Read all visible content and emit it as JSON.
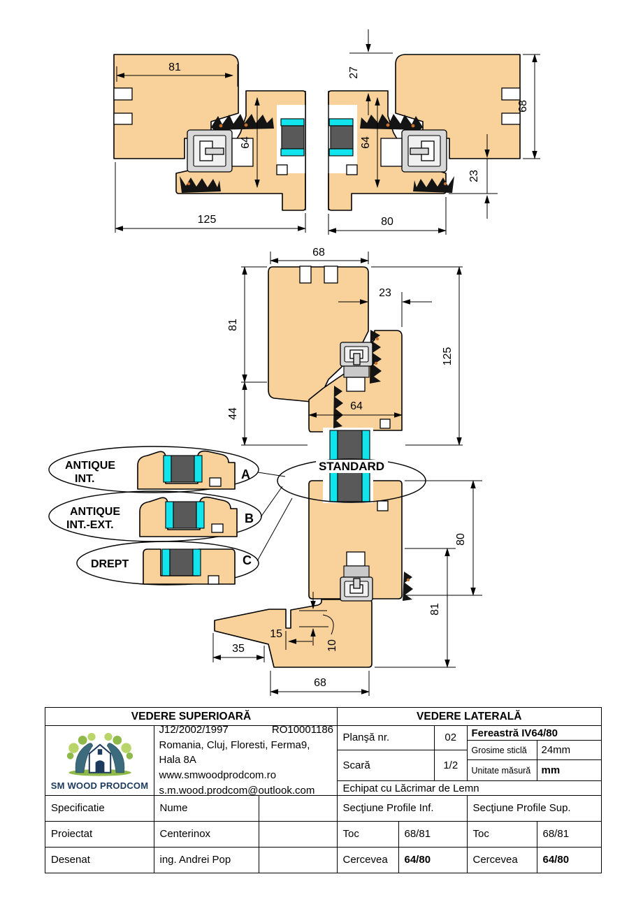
{
  "drawing": {
    "top_view": {
      "left_profile": {
        "width_top": "81",
        "sash_depth": "64",
        "width_total": "125"
      },
      "right_profile": {
        "frame_offset": "27",
        "sash_depth": "64",
        "frame_depth": "68",
        "rebate": "23",
        "width_total": "80"
      }
    },
    "side_view": {
      "frame_width": "68",
      "rebate": "23",
      "frame_height": "81",
      "extension": "44",
      "overall_height": "125",
      "sash_width": "64",
      "sash_height": "80",
      "lower_frame_height": "81",
      "sill_projection": "35",
      "notch_width": "15",
      "notch_depth": "10",
      "frame_bottom_width": "68"
    },
    "callouts": {
      "a": {
        "line1": "ANTIQUE",
        "line2": "INT.",
        "letter": "A"
      },
      "b": {
        "line1": "ANTIQUE",
        "line2": "INT.-EXT.",
        "letter": "B"
      },
      "c": {
        "line1": "DREPT",
        "letter": "C"
      },
      "standard": {
        "label": "STANDARD"
      }
    }
  },
  "title_block": {
    "header_left": "VEDERE SUPERIOARĂ",
    "header_right": "VEDERE LATERALĂ",
    "logo_text": "SM WOOD PRODCOM",
    "company": {
      "reg": "J12/2002/1997",
      "cui": "RO10001186",
      "address": "Romania, Cluj, Floresti, Ferma9, Hala 8A",
      "web": "www.smwoodprodcom.ro",
      "email": "s.m.wood.prodcom@outlook.com"
    },
    "plansa_label": "Planşă nr.",
    "plansa_value": "02",
    "scara_label": "Scară",
    "scara_value": "1/2",
    "product": "Fereastră IV64/80",
    "grosime_label": "Grosime sticlă",
    "grosime_value": "24mm",
    "unitate_label": "Unitate măsură",
    "unitate_value": "mm",
    "echipat": "Echipat cu Lăcrimar de Lemn",
    "spec_label": "Specificatie",
    "nume_label": "Nume",
    "sect_inf": "Secţiune Profile Inf.",
    "sect_sup": "Secţiune Profile Sup.",
    "proiectat_label": "Proiectat",
    "proiectat_value": "Centerinox",
    "desenat_label": "Desenat",
    "desenat_value": "ing. Andrei Pop",
    "toc_label": "Toc",
    "toc_value": "68/81",
    "cercevea_label": "Cercevea",
    "cercevea_value": "64/80"
  },
  "colors": {
    "wood": "#F8D29A",
    "gasket_cyan": "#12E4EE",
    "glass_spacer": "#595959",
    "hardware_gray": "#D8D8D8",
    "weatherstrip": "#141414",
    "logo_navy": "#1D3A5C",
    "logo_green": "#A9C95B",
    "logo_teal": "#3B6B7D"
  }
}
